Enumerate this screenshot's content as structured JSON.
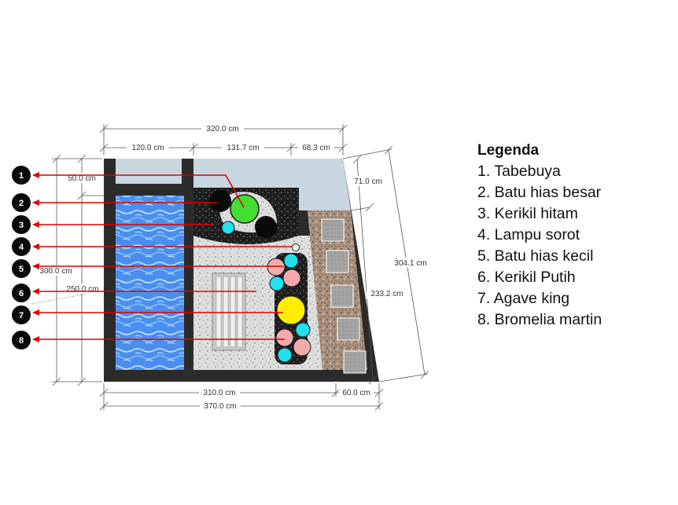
{
  "dimensions": {
    "d320": "320.0 cm",
    "d120": "120.0 cm",
    "d131": "131.7 cm",
    "d68": "68.3 cm",
    "d50": "50.0 cm",
    "d71": "71.0 cm",
    "d300": "300.0 cm",
    "d250": "250.0 cm",
    "d304": "304.1 cm",
    "d233": "233.2 cm",
    "d310": "310.0 cm",
    "d60": "60.0 cm",
    "d370": "370.0 cm"
  },
  "markers": [
    "1",
    "2",
    "3",
    "4",
    "5",
    "6",
    "7",
    "8"
  ],
  "legend": {
    "title": "Legenda",
    "items": [
      "1. Tabebuya",
      "2. Batu hias besar",
      "3. Kerikil hitam",
      "4. Lampu sorot",
      "5. Batu hias kecil",
      "6. Kerikil Putih",
      "7. Agave king",
      "8. Bromelia martin"
    ]
  },
  "colors": {
    "wall": "#2b2b2b",
    "water": "#4a90f0",
    "roof": "#c8d6e0",
    "white_gravel": "#dcdcdc",
    "black_gravel": "#1c1c1c",
    "granite": "#a88e7a",
    "paver": "#9a9a9a",
    "arrow": "#e00000",
    "tabebuya": "#44dd33",
    "agave": "#ffee00",
    "pink_stone": "#f5aaaa",
    "cyan_stone": "#22e0ee"
  }
}
